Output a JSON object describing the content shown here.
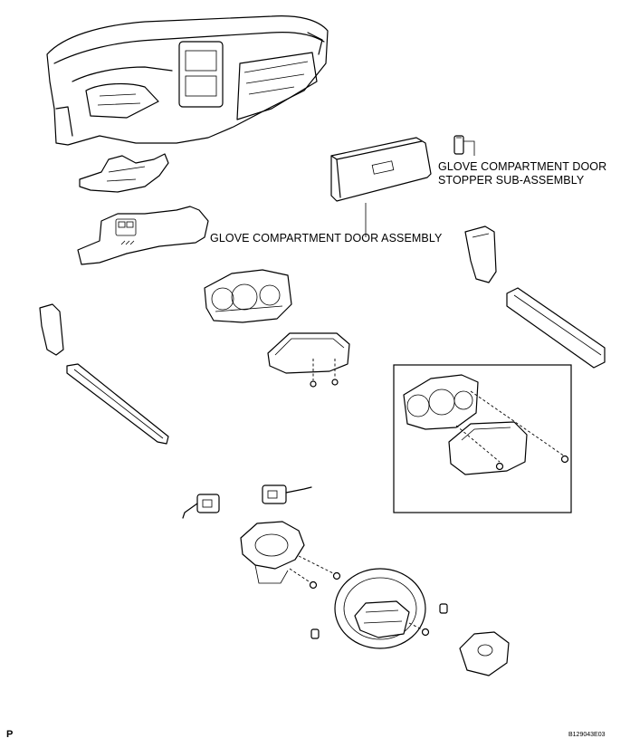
{
  "labels": {
    "stopper_line1": "GLOVE COMPARTMENT DOOR",
    "stopper_line2": "STOPPER SUB-ASSEMBLY",
    "door_assembly": "GLOVE COMPARTMENT DOOR ASSEMBLY"
  },
  "corner": {
    "page_mark": "P",
    "figure_code": "B129043E03"
  }
}
